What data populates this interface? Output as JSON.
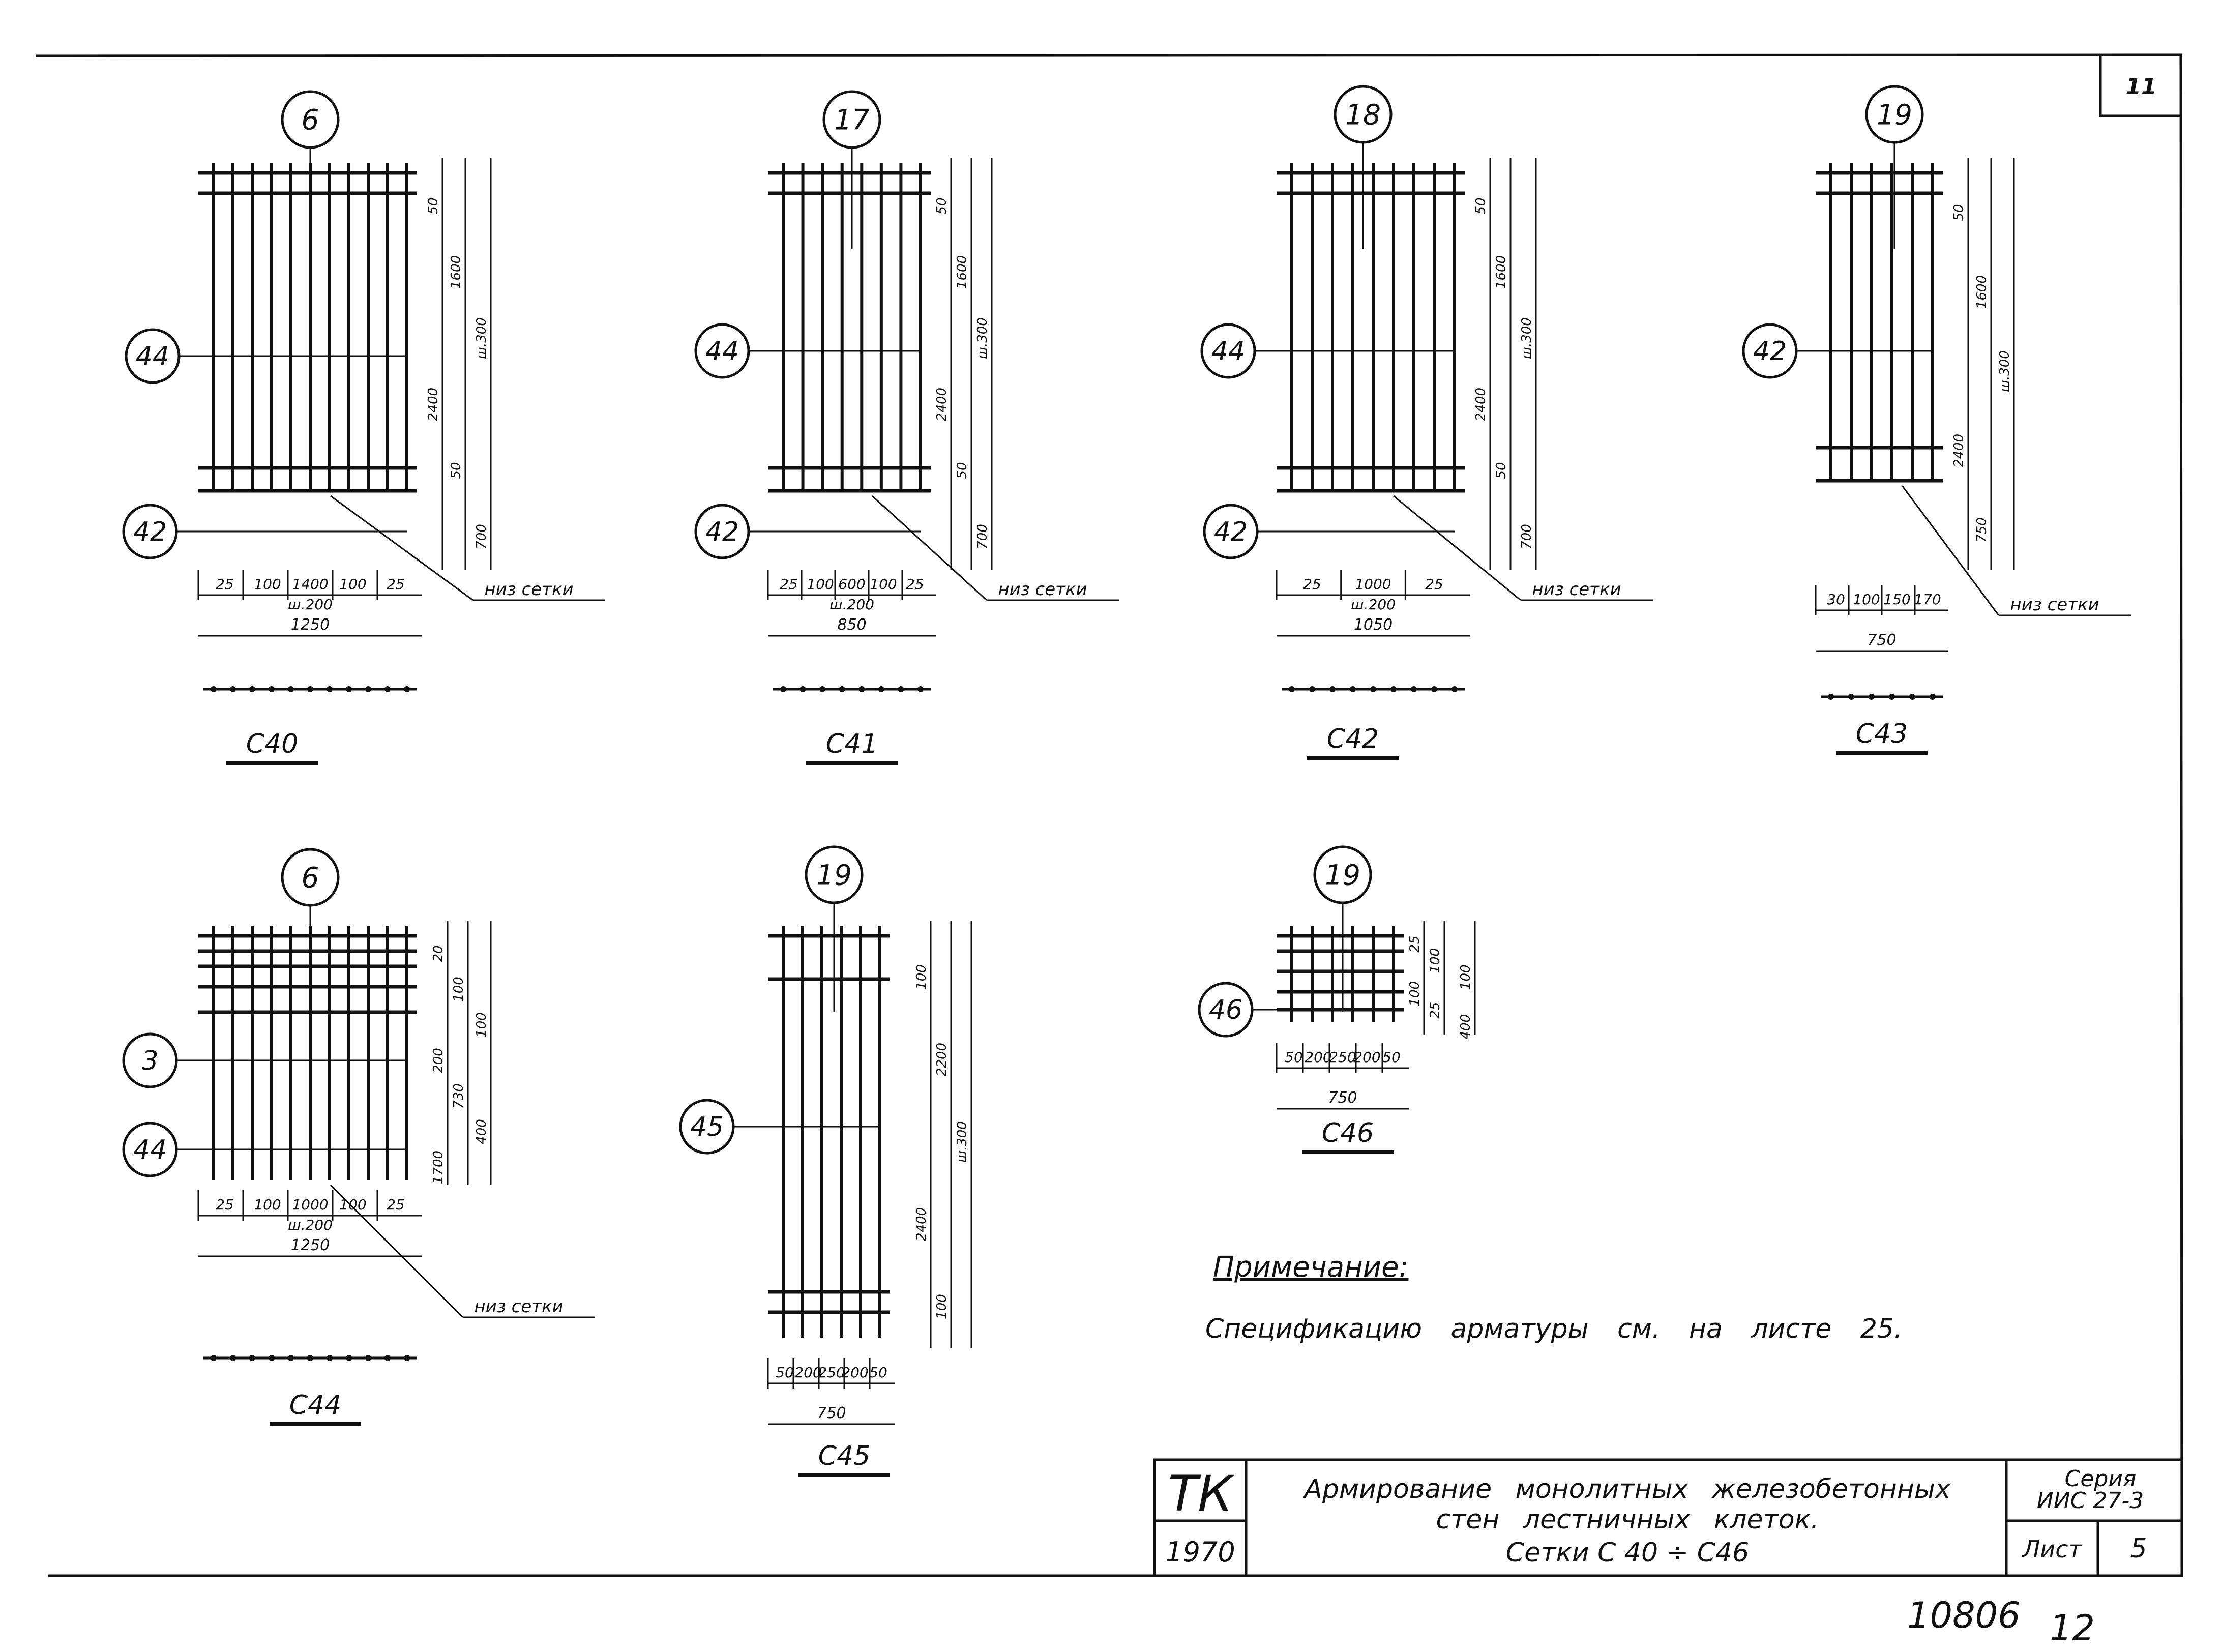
{
  "sheet_number": "11",
  "bottom_label": "низ сетки",
  "meshes": [
    {
      "mark": "С40",
      "top_bubble": "6",
      "left_bubbles": [
        "44",
        "42"
      ],
      "dims_bottom": [
        "25",
        "100",
        "1400",
        "100",
        "25"
      ],
      "pitch_bottom": "ш.200",
      "total_width": "1250",
      "dims_right": [
        "50",
        "1600",
        "ш.300",
        "2400",
        "50",
        "700"
      ]
    },
    {
      "mark": "С41",
      "top_bubble": "17",
      "left_bubbles": [
        "44",
        "42"
      ],
      "dims_bottom": [
        "25",
        "100",
        "600",
        "100",
        "25"
      ],
      "pitch_bottom": "ш.200",
      "total_width": "850",
      "dims_right": [
        "50",
        "1600",
        "ш.300",
        "2400",
        "50",
        "700"
      ]
    },
    {
      "mark": "С42",
      "top_bubble": "18",
      "left_bubbles": [
        "44",
        "42"
      ],
      "dims_bottom": [
        "25",
        "1000",
        "25"
      ],
      "pitch_bottom": "ш.200",
      "total_width": "1050",
      "dims_right": [
        "50",
        "1600",
        "ш.300",
        "2400",
        "50",
        "700"
      ]
    },
    {
      "mark": "С43",
      "top_bubble": "19",
      "left_bubbles": [
        "42"
      ],
      "dims_bottom": [
        "30",
        "100",
        "150",
        "170"
      ],
      "total_width": "750",
      "dims_right": [
        "50",
        "1600",
        "ш.300",
        "2400",
        "750"
      ]
    },
    {
      "mark": "С44",
      "top_bubble": "6",
      "left_bubbles": [
        "3",
        "44"
      ],
      "dims_bottom": [
        "25",
        "100",
        "1000",
        "100",
        "25"
      ],
      "pitch_bottom": "ш.200",
      "total_width": "1250",
      "dims_right": [
        "20",
        "100",
        "100",
        "200",
        "730",
        "400",
        "1700"
      ]
    },
    {
      "mark": "С45",
      "top_bubble": "19",
      "left_bubbles": [
        "45"
      ],
      "dims_bottom": [
        "50",
        "200",
        "250",
        "200",
        "50"
      ],
      "total_width": "750",
      "dims_right": [
        "100",
        "2200",
        "ш.300",
        "2400",
        "100"
      ]
    },
    {
      "mark": "С46",
      "top_bubble": "19",
      "left_bubbles": [
        "46"
      ],
      "dims_bottom": [
        "50",
        "200",
        "250",
        "200",
        "50"
      ],
      "total_width": "750",
      "dims_right": [
        "25",
        "100",
        "100",
        "100",
        "25",
        "400"
      ]
    }
  ],
  "note": {
    "heading": "Примечание:",
    "text": "Спецификацию арматуры см. на листе 25."
  },
  "title_block": {
    "org": "ТК",
    "year": "1970",
    "title_line1": "Армирование монолитных железобетонных",
    "title_line2": "стен лестничных клеток.",
    "title_line3": "Сетки С 40 ÷ С46",
    "series_label": "Серия",
    "series_value": "ИИС 27-3",
    "sheet_label": "Лист",
    "sheet_value": "5"
  },
  "archive_number": "10806",
  "archive_page": "12"
}
